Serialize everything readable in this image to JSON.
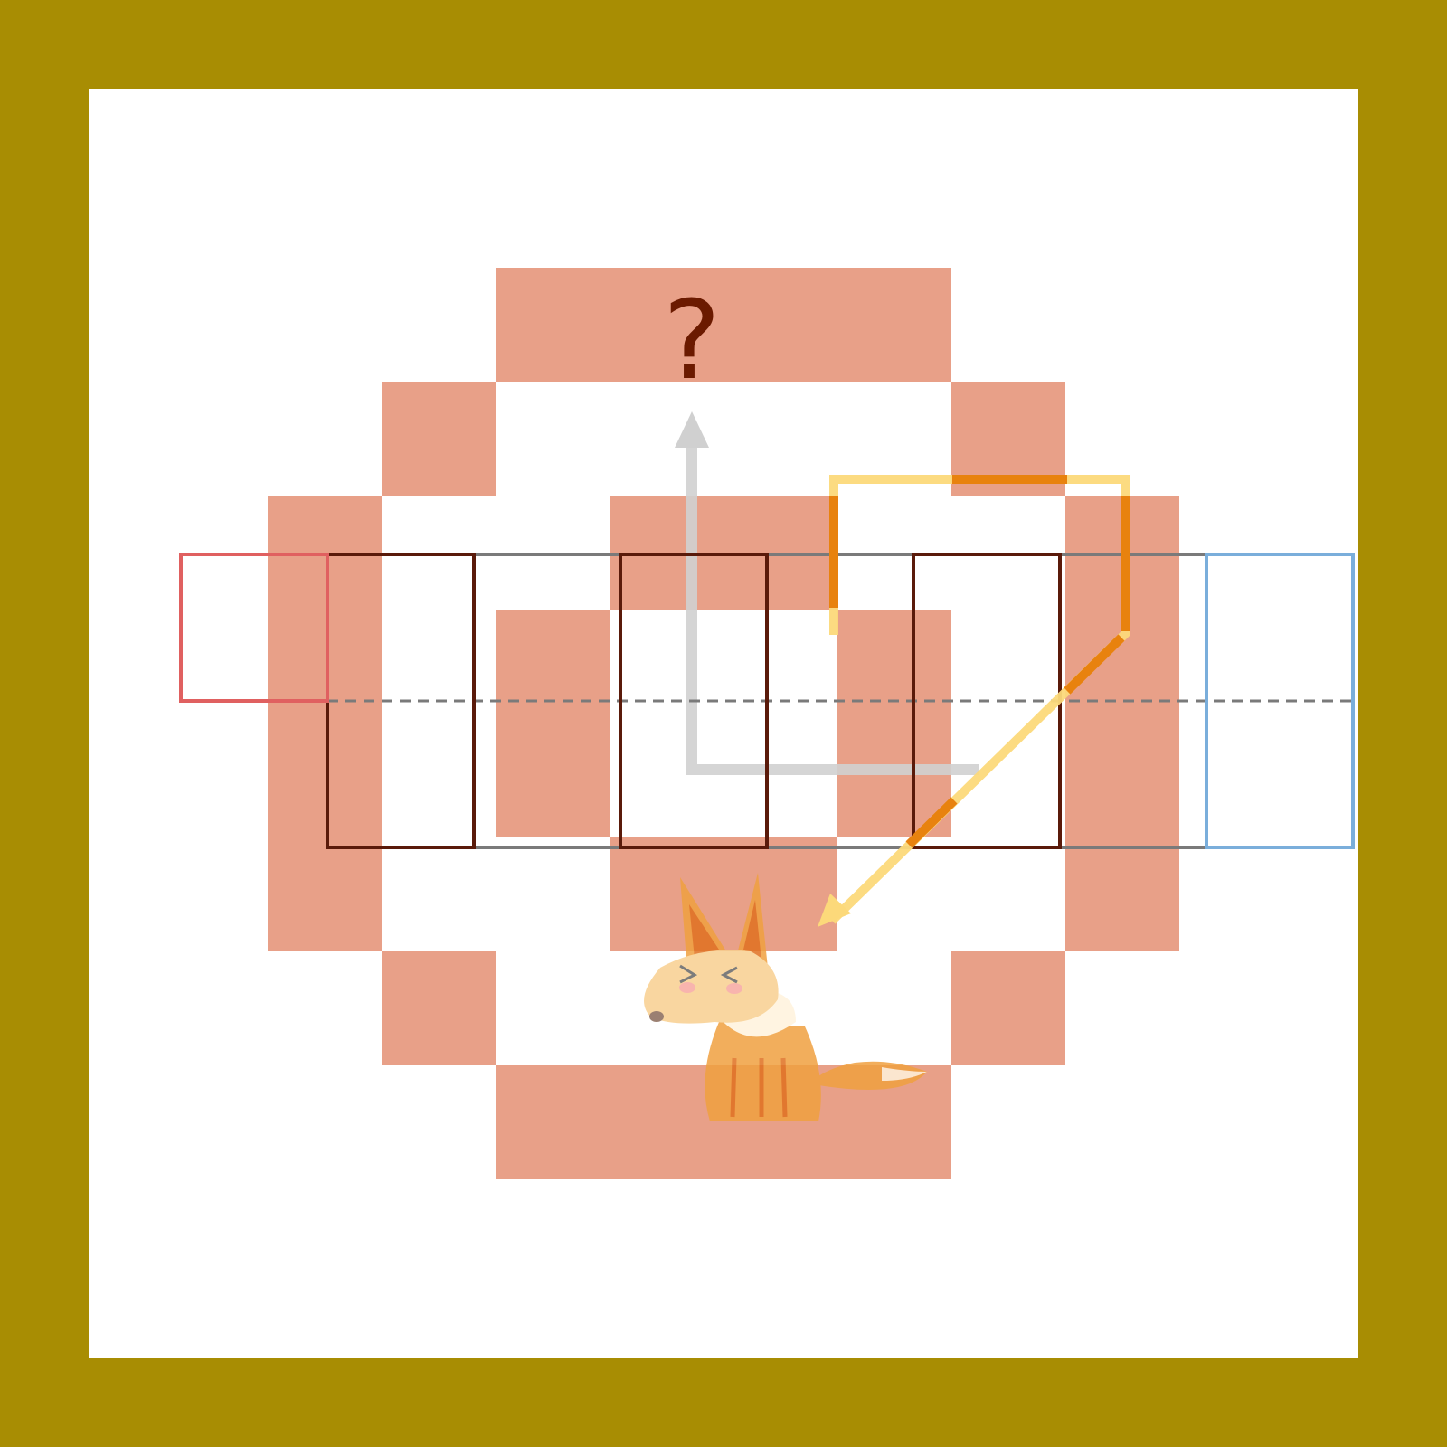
{
  "puzzle": {
    "question_mark": "?",
    "colors": {
      "frame": "#a88d03",
      "canvas": "#ffffff",
      "ring_tile": "#e8a088",
      "question_mark": "#6b1a00",
      "grid_line": "#7a7a7a",
      "highlight_dark": "#5a1a0a",
      "left_cell_outline": "#e06060",
      "right_cell_outline": "#7aaedb",
      "gray_arrow": "#d0d0d0",
      "yellow_arrow": "#fcd97a",
      "orange_overlap": "#e8820e",
      "fox_body": "#f0a040",
      "fox_face": "#f8d090",
      "fox_chest": "#fff3dc"
    },
    "icons": {
      "character": "fox-icon",
      "up_arrow": "up-arrow-icon",
      "diagonal_arrow": "down-left-arrow-icon"
    },
    "ring_grid": {
      "rows": 8,
      "cols": 8,
      "filled_cells": [
        [
          0,
          2
        ],
        [
          0,
          3
        ],
        [
          0,
          4
        ],
        [
          0,
          5
        ],
        [
          1,
          1
        ],
        [
          1,
          6
        ],
        [
          2,
          0
        ],
        [
          2,
          3
        ],
        [
          2,
          4
        ],
        [
          2,
          7
        ],
        [
          3,
          0
        ],
        [
          3,
          2
        ],
        [
          3,
          5
        ],
        [
          3,
          7
        ],
        [
          4,
          0
        ],
        [
          4,
          2
        ],
        [
          4,
          5
        ],
        [
          4,
          7
        ],
        [
          5,
          0
        ],
        [
          5,
          3
        ],
        [
          5,
          4
        ],
        [
          5,
          7
        ],
        [
          6,
          1
        ],
        [
          6,
          6
        ],
        [
          7,
          2
        ],
        [
          7,
          3
        ],
        [
          7,
          4
        ],
        [
          7,
          5
        ]
      ]
    },
    "strip": {
      "columns": 7,
      "rows": 2,
      "extra_left_cell": true
    }
  }
}
